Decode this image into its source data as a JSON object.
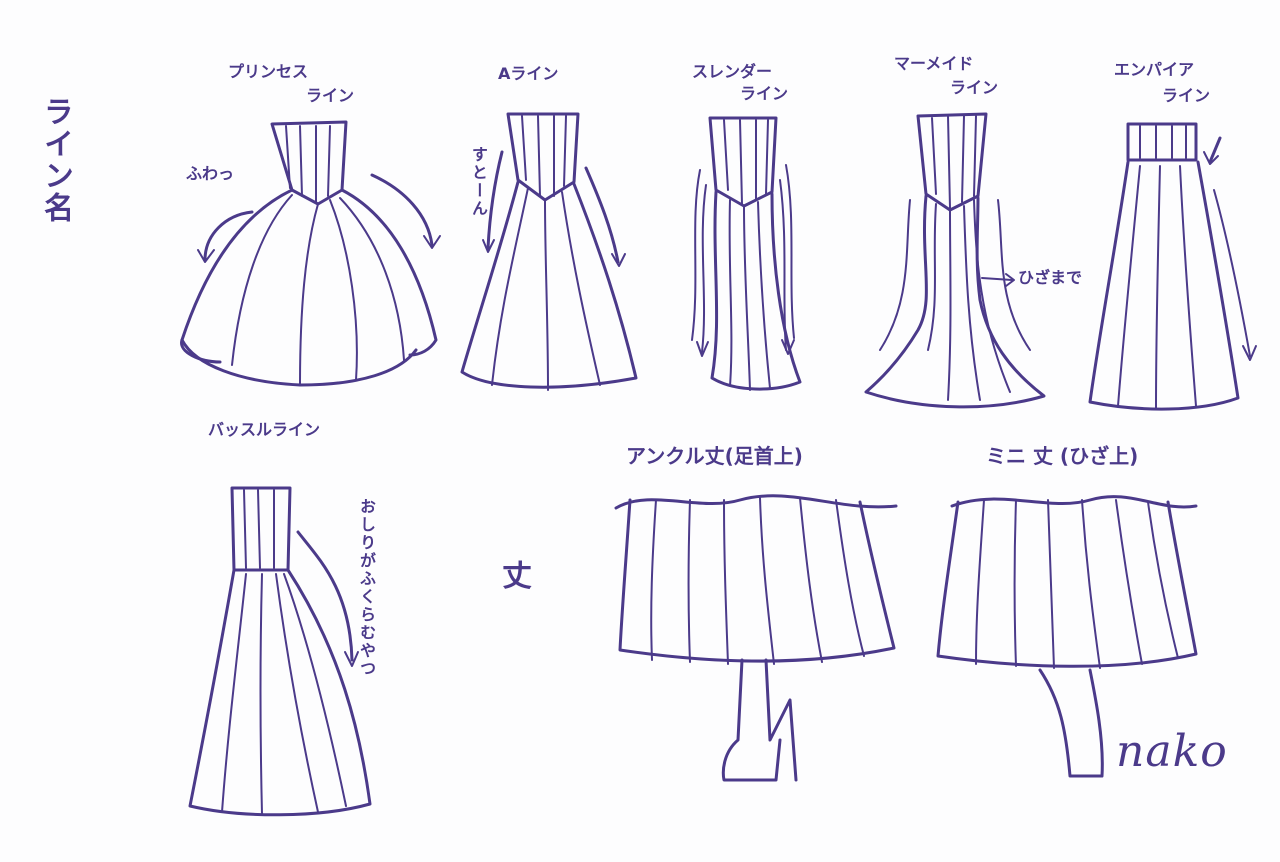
{
  "sheet": {
    "title": "ライン名",
    "length_heading": "丈",
    "signature": "nako"
  },
  "dresses": [
    {
      "label_line1": "プリンセス",
      "label_line2": "ライン",
      "note": "ふわっ"
    },
    {
      "label_line1": "Aライン",
      "note": "すとーん"
    },
    {
      "label_line1": "スレンダー",
      "label_line2": "ライン"
    },
    {
      "label_line1": "マーメイド",
      "label_line2": "ライン",
      "note": "ひざまで"
    },
    {
      "label_line1": "エンパイア",
      "label_line2": "ライン"
    },
    {
      "label_line1": "バッスルライン",
      "note": "おしりがふくらむやつ"
    }
  ],
  "lengths": [
    {
      "label": "アンクル丈(足首上)"
    },
    {
      "label": "ミニ 丈 (ひざ上)"
    }
  ],
  "colors": {
    "ink": "#4b3a8a",
    "paper": "#fdfdfe"
  }
}
